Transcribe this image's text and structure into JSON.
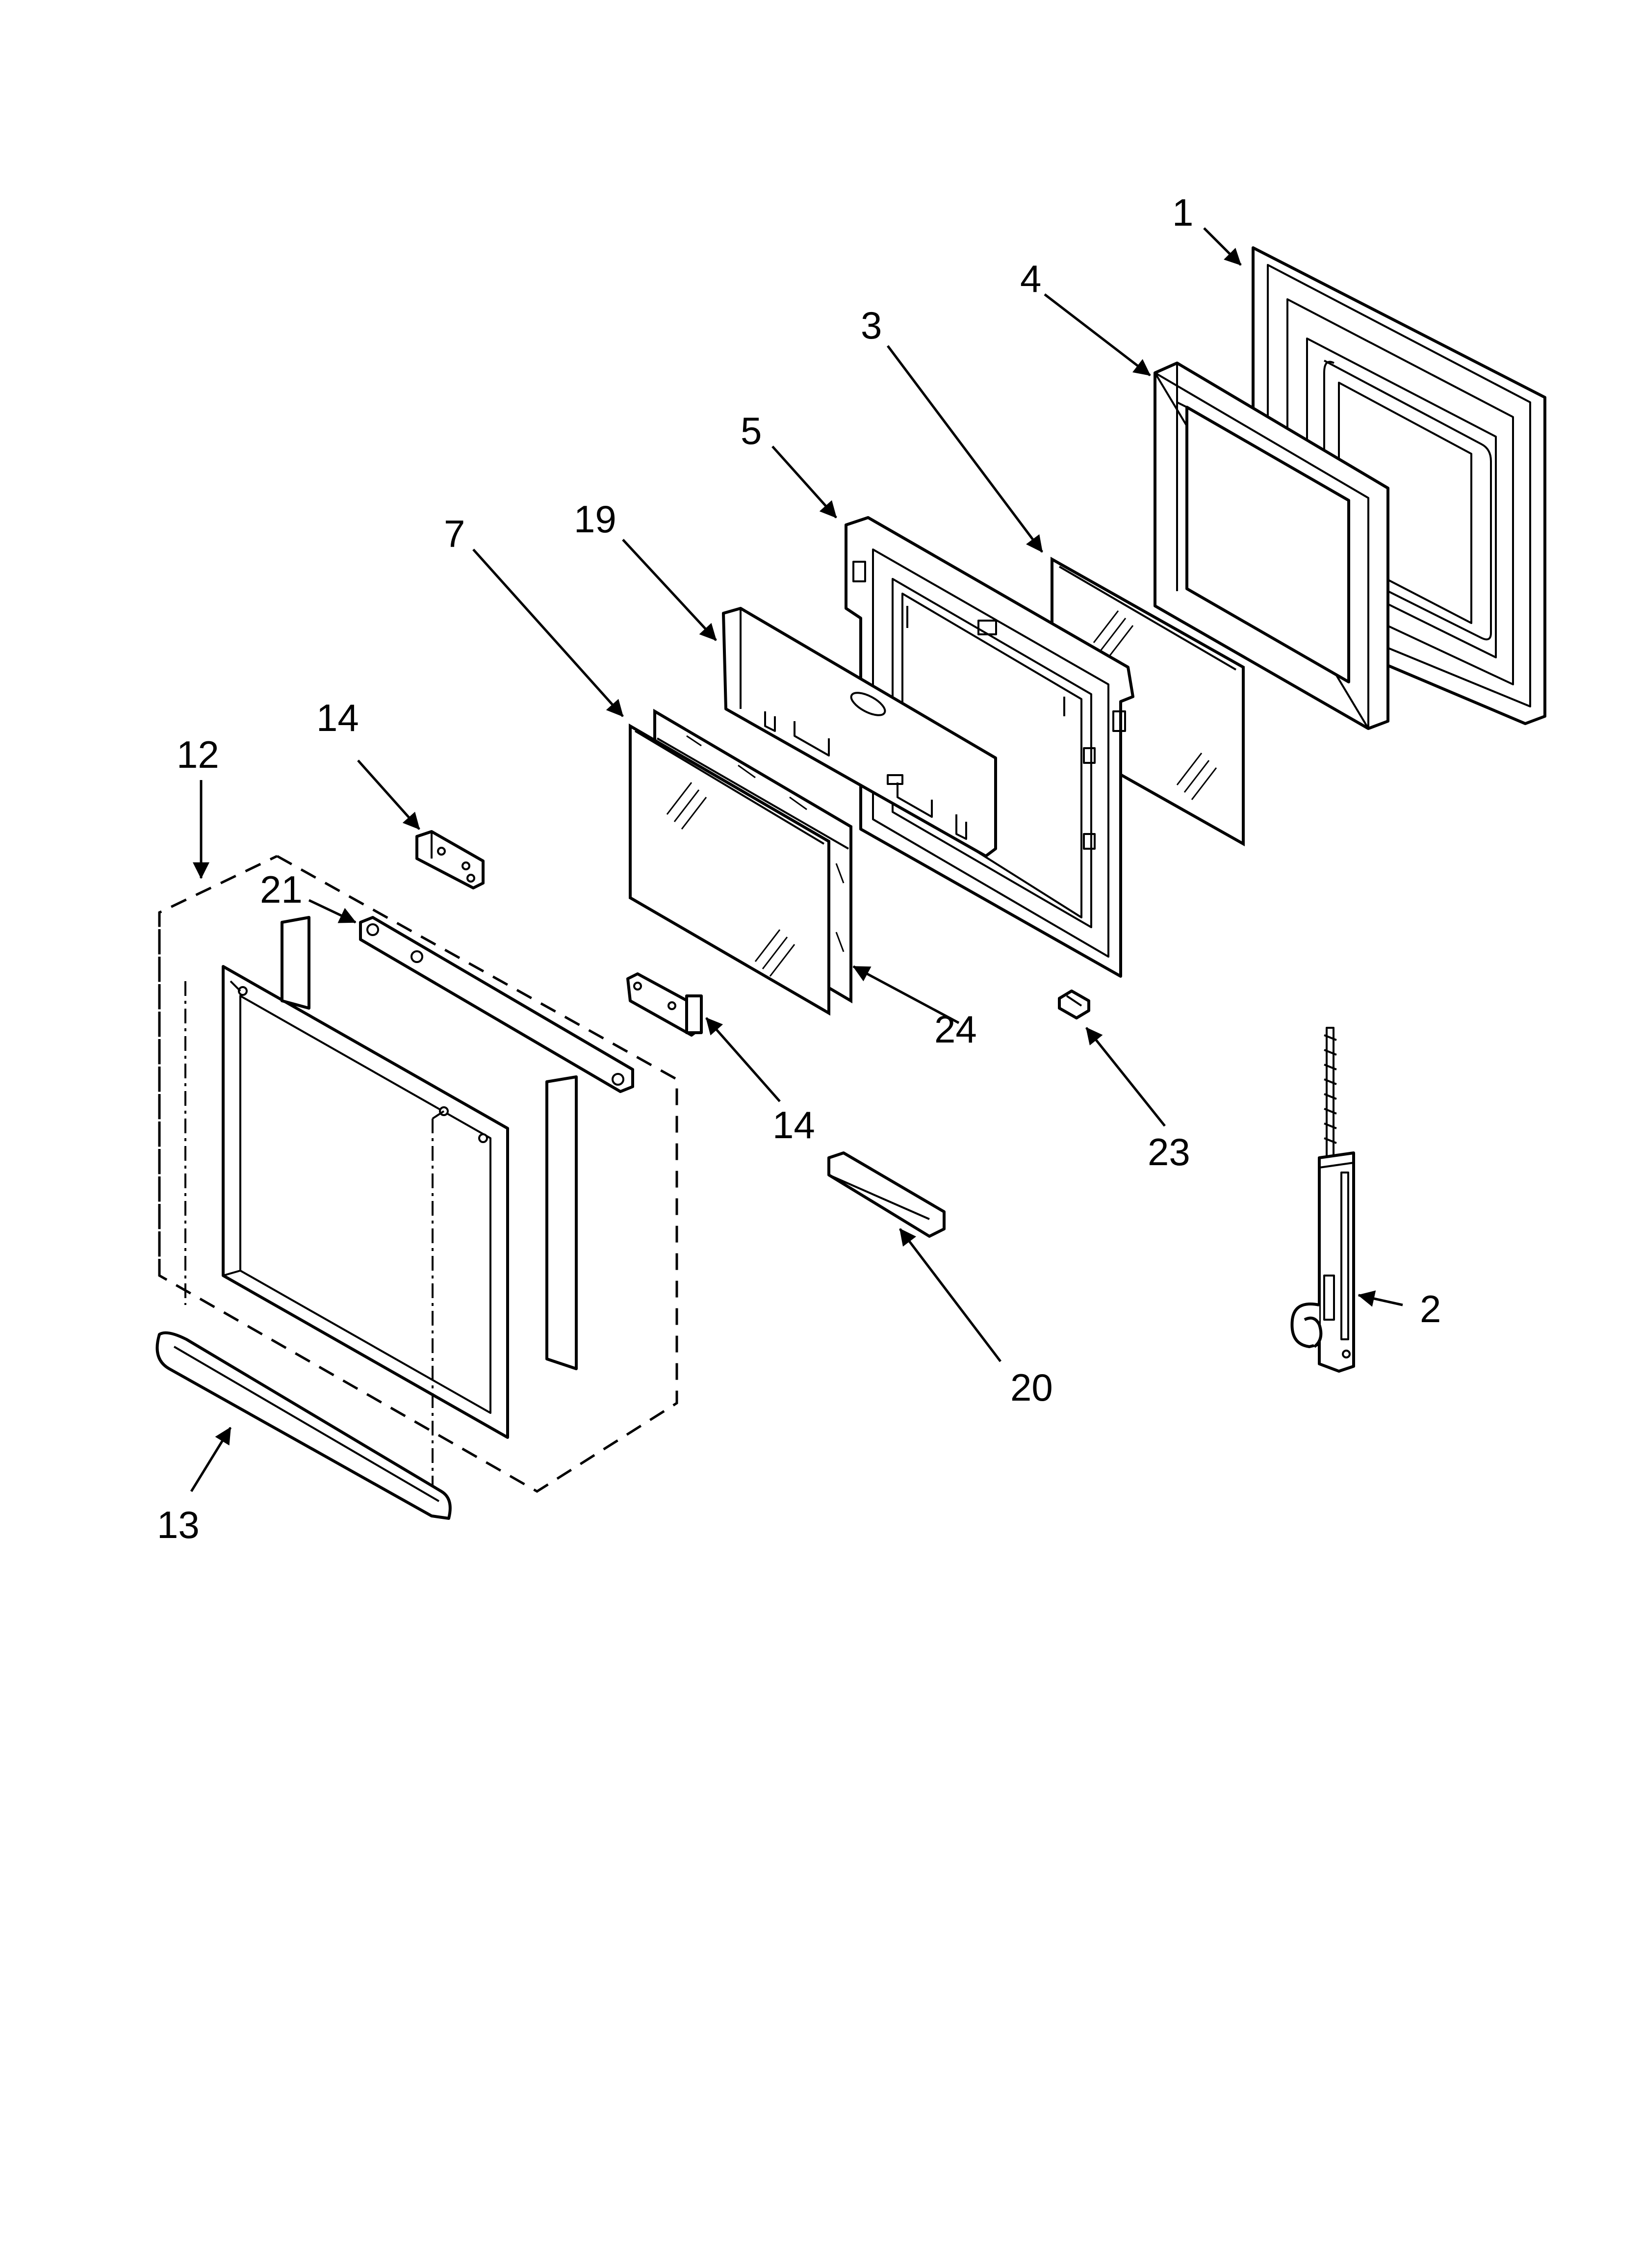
{
  "callouts": [
    {
      "id": "1",
      "label": "1"
    },
    {
      "id": "2",
      "label": "2"
    },
    {
      "id": "3",
      "label": "3"
    },
    {
      "id": "4",
      "label": "4"
    },
    {
      "id": "5",
      "label": "5"
    },
    {
      "id": "7",
      "label": "7"
    },
    {
      "id": "12",
      "label": "12"
    },
    {
      "id": "13",
      "label": "13"
    },
    {
      "id": "14a",
      "label": "14"
    },
    {
      "id": "14b",
      "label": "14"
    },
    {
      "id": "19",
      "label": "19"
    },
    {
      "id": "20",
      "label": "20"
    },
    {
      "id": "21",
      "label": "21"
    },
    {
      "id": "23",
      "label": "23"
    },
    {
      "id": "24",
      "label": "24"
    }
  ],
  "colors": {
    "ink": "#000000",
    "background": "#ffffff"
  },
  "icons": {
    "arrowhead": "arrowhead-icon"
  }
}
